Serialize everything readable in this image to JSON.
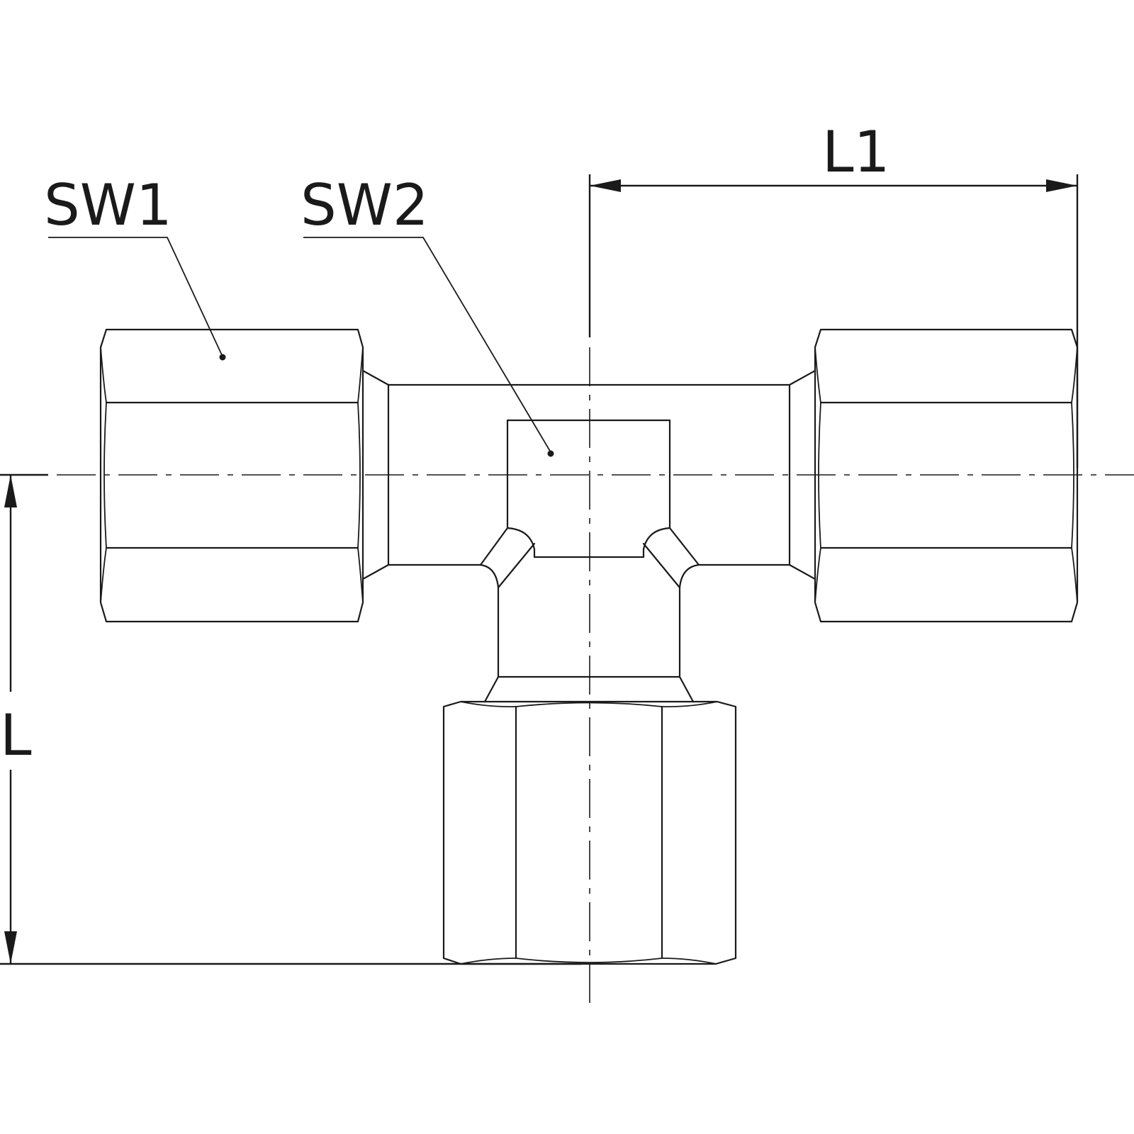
{
  "labels": {
    "sw1": "SW1",
    "sw2": "SW2",
    "l1": "L1",
    "l": "L"
  },
  "colors": {
    "line": "#1a1a1a",
    "background": "#ffffff"
  }
}
